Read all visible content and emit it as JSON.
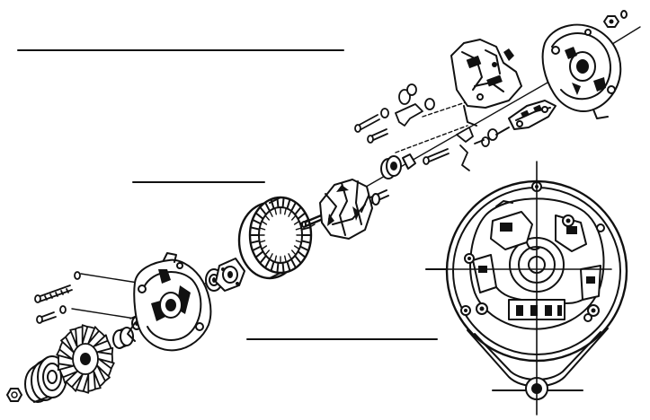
{
  "figure": {
    "type": "exploded-view line drawing",
    "printed_text": [],
    "colors": {
      "ink": "#111111",
      "paper": "#ffffff"
    }
  },
  "parts": [
    {
      "id": "pulley-nut",
      "icon": "nut-icon"
    },
    {
      "id": "pulley",
      "icon": "pulley-icon"
    },
    {
      "id": "cooling-fan",
      "icon": "fan-icon"
    },
    {
      "id": "spacer",
      "icon": "spacer-icon"
    },
    {
      "id": "front-housing",
      "icon": "housing-icon"
    },
    {
      "id": "through-bolts",
      "icon": "bolt-icon"
    },
    {
      "id": "front-bearing",
      "icon": "bearing-icon"
    },
    {
      "id": "bearing-retainer",
      "icon": "retainer-icon"
    },
    {
      "id": "stator",
      "icon": "stator-icon"
    },
    {
      "id": "rotor",
      "icon": "rotor-icon"
    },
    {
      "id": "rear-bearing",
      "icon": "bearing-icon"
    },
    {
      "id": "regulator-brush-holder",
      "icon": "brush-holder-icon"
    },
    {
      "id": "rectifier",
      "icon": "rectifier-icon"
    },
    {
      "id": "rear-housing",
      "icon": "housing-icon"
    },
    {
      "id": "rear-housing-detail-view",
      "icon": "detail-view-icon"
    }
  ],
  "leader_lines": 5
}
